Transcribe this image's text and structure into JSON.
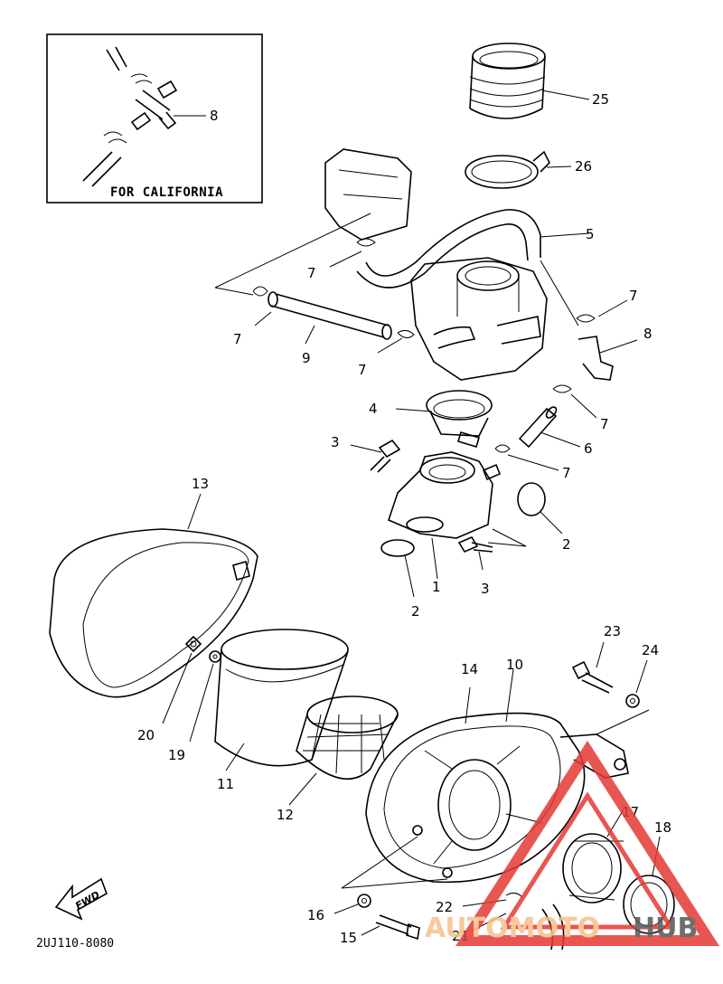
{
  "inset": {
    "caption": "FOR CALIFORNIA"
  },
  "diagram_code": "2UJ110-8080",
  "fwd_label": "FWD",
  "watermark": {
    "text_part1": "AUTOMOTO",
    "text_part2": "HUB",
    "color_part1": "#f6c08a",
    "color_part2": "#555555",
    "accent": "#e53935"
  },
  "labels": {
    "l1": "1",
    "l2a": "2",
    "l2b": "2",
    "l3a": "3",
    "l3b": "3",
    "l4": "4",
    "l5": "5",
    "l6": "6",
    "l7a": "7",
    "l7b": "7",
    "l7c": "7",
    "l7d": "7",
    "l7e": "7",
    "l7f": "7",
    "l8a": "8",
    "l8b": "8",
    "l9": "9",
    "l10": "10",
    "l11": "11",
    "l12": "12",
    "l13": "13",
    "l14": "14",
    "l15": "15",
    "l16": "16",
    "l17": "17",
    "l18": "18",
    "l19": "19",
    "l20": "20",
    "l21": "21",
    "l22": "22",
    "l23": "23",
    "l24": "24",
    "l25": "25",
    "l26": "26"
  }
}
